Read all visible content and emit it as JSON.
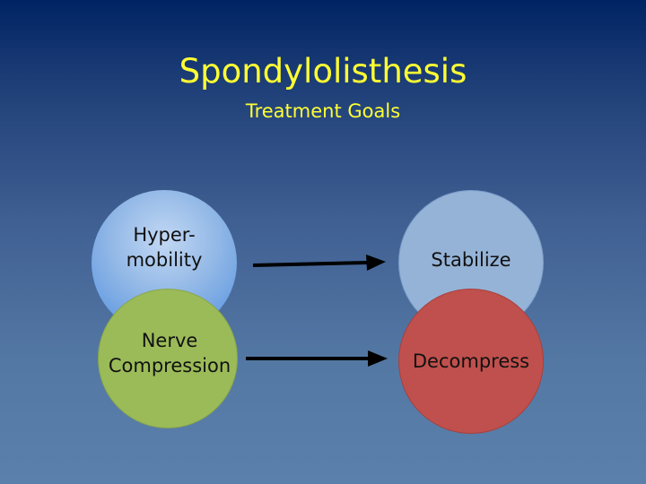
{
  "slide": {
    "title": "Spondylolisthesis",
    "subtitle": "Treatment Goals"
  },
  "diagram": {
    "problems": [
      {
        "line1": "Hyper-",
        "line2": "mobility"
      },
      {
        "line1": "Nerve",
        "line2": "Compression"
      }
    ],
    "goals": [
      {
        "label": "Stabilize"
      },
      {
        "label": "Decompress"
      }
    ]
  },
  "colors": {
    "title_text": "#ffff33",
    "background_top": "#002463",
    "background_bottom": "#5b80ac",
    "hypermobility_circle": "#92b8e6",
    "stabilize_circle": "#95b3d7",
    "nerve_circle": "#9bbb59",
    "decompress_circle": "#c0504d",
    "arrow": "#000000"
  }
}
